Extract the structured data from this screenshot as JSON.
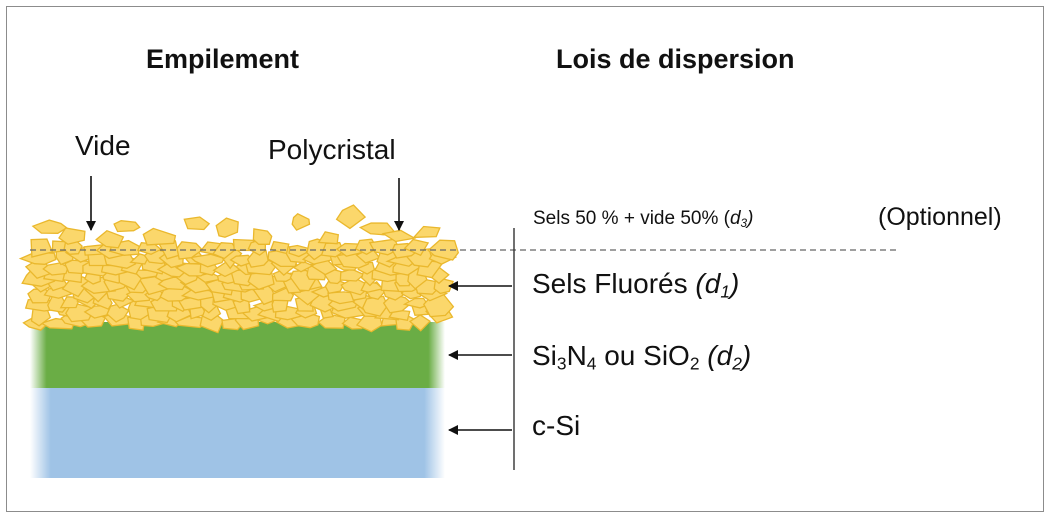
{
  "headers": {
    "stack": "Empilement",
    "dispersion": "Lois de dispersion"
  },
  "callouts": {
    "void": "Vide",
    "polycrystal": "Polycristal"
  },
  "optional_layer": {
    "text_main": "Sels 50 % + vide 50% (",
    "thickness_var": "d",
    "thickness_sub": "3",
    "text_close": ")",
    "optional_note": "(Optionnel)"
  },
  "layers": [
    {
      "name": "Sels Fluorés",
      "var": "d",
      "sub": "1",
      "color": "#f8d46a"
    },
    {
      "name_a": "Si",
      "sub_a": "3",
      "name_b": "N",
      "sub_b": "4",
      "connector": " ou SiO",
      "sub_c": "2",
      "var": "d",
      "sub": "2",
      "color": "#6aad45"
    },
    {
      "name": "c-Si",
      "color": "#9fc3e6"
    }
  ],
  "colors": {
    "crystal_fill": "#fbd76b",
    "crystal_stroke": "#eab82d",
    "green_layer": "#6aad45",
    "blue_layer": "#9fc3e6"
  }
}
